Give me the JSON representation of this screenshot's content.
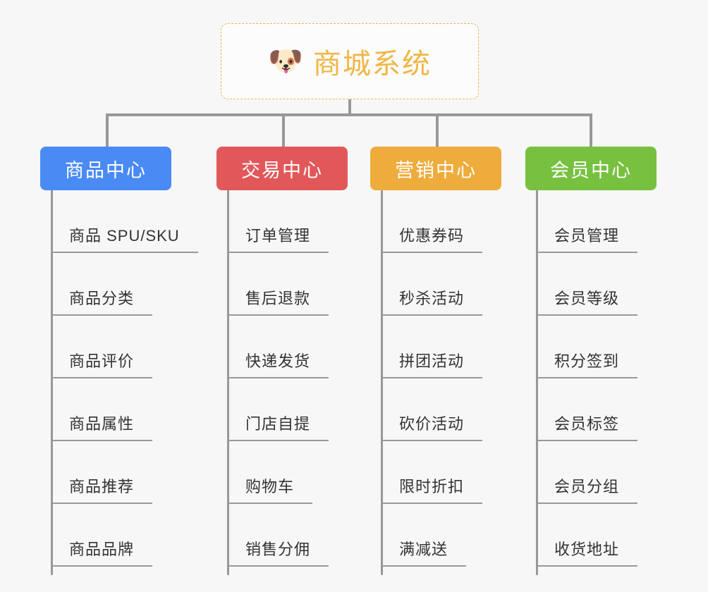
{
  "root": {
    "icon": "dog-face-emoji",
    "icon_glyph": "🐶",
    "title": "商城系统"
  },
  "colors": {
    "background": "#f7f7f7",
    "root_border": "#e7b84e",
    "root_text": "#f1b645",
    "connector": "#989898",
    "leaf_text": "#333333",
    "leaf_underline": "#989898",
    "product_center": "#4a8af4",
    "trade_center": "#e2585a",
    "marketing_center": "#eeac3c",
    "member_center": "#78c140"
  },
  "columns": [
    {
      "id": "product-center",
      "label": "商品中心",
      "color": "#4a8af4",
      "items": [
        "商品 SPU/SKU",
        "商品分类",
        "商品评价",
        "商品属性",
        "商品推荐",
        "商品品牌"
      ]
    },
    {
      "id": "trade-center",
      "label": "交易中心",
      "color": "#e2585a",
      "items": [
        "订单管理",
        "售后退款",
        "快递发货",
        "门店自提",
        "购物车",
        "销售分佣"
      ]
    },
    {
      "id": "marketing-center",
      "label": "营销中心",
      "color": "#eeac3c",
      "items": [
        "优惠券码",
        "秒杀活动",
        "拼团活动",
        "砍价活动",
        "限时折扣",
        "满减送"
      ]
    },
    {
      "id": "member-center",
      "label": "会员中心",
      "color": "#78c140",
      "items": [
        "会员管理",
        "会员等级",
        "积分签到",
        "会员标签",
        "会员分组",
        "收货地址"
      ]
    }
  ]
}
